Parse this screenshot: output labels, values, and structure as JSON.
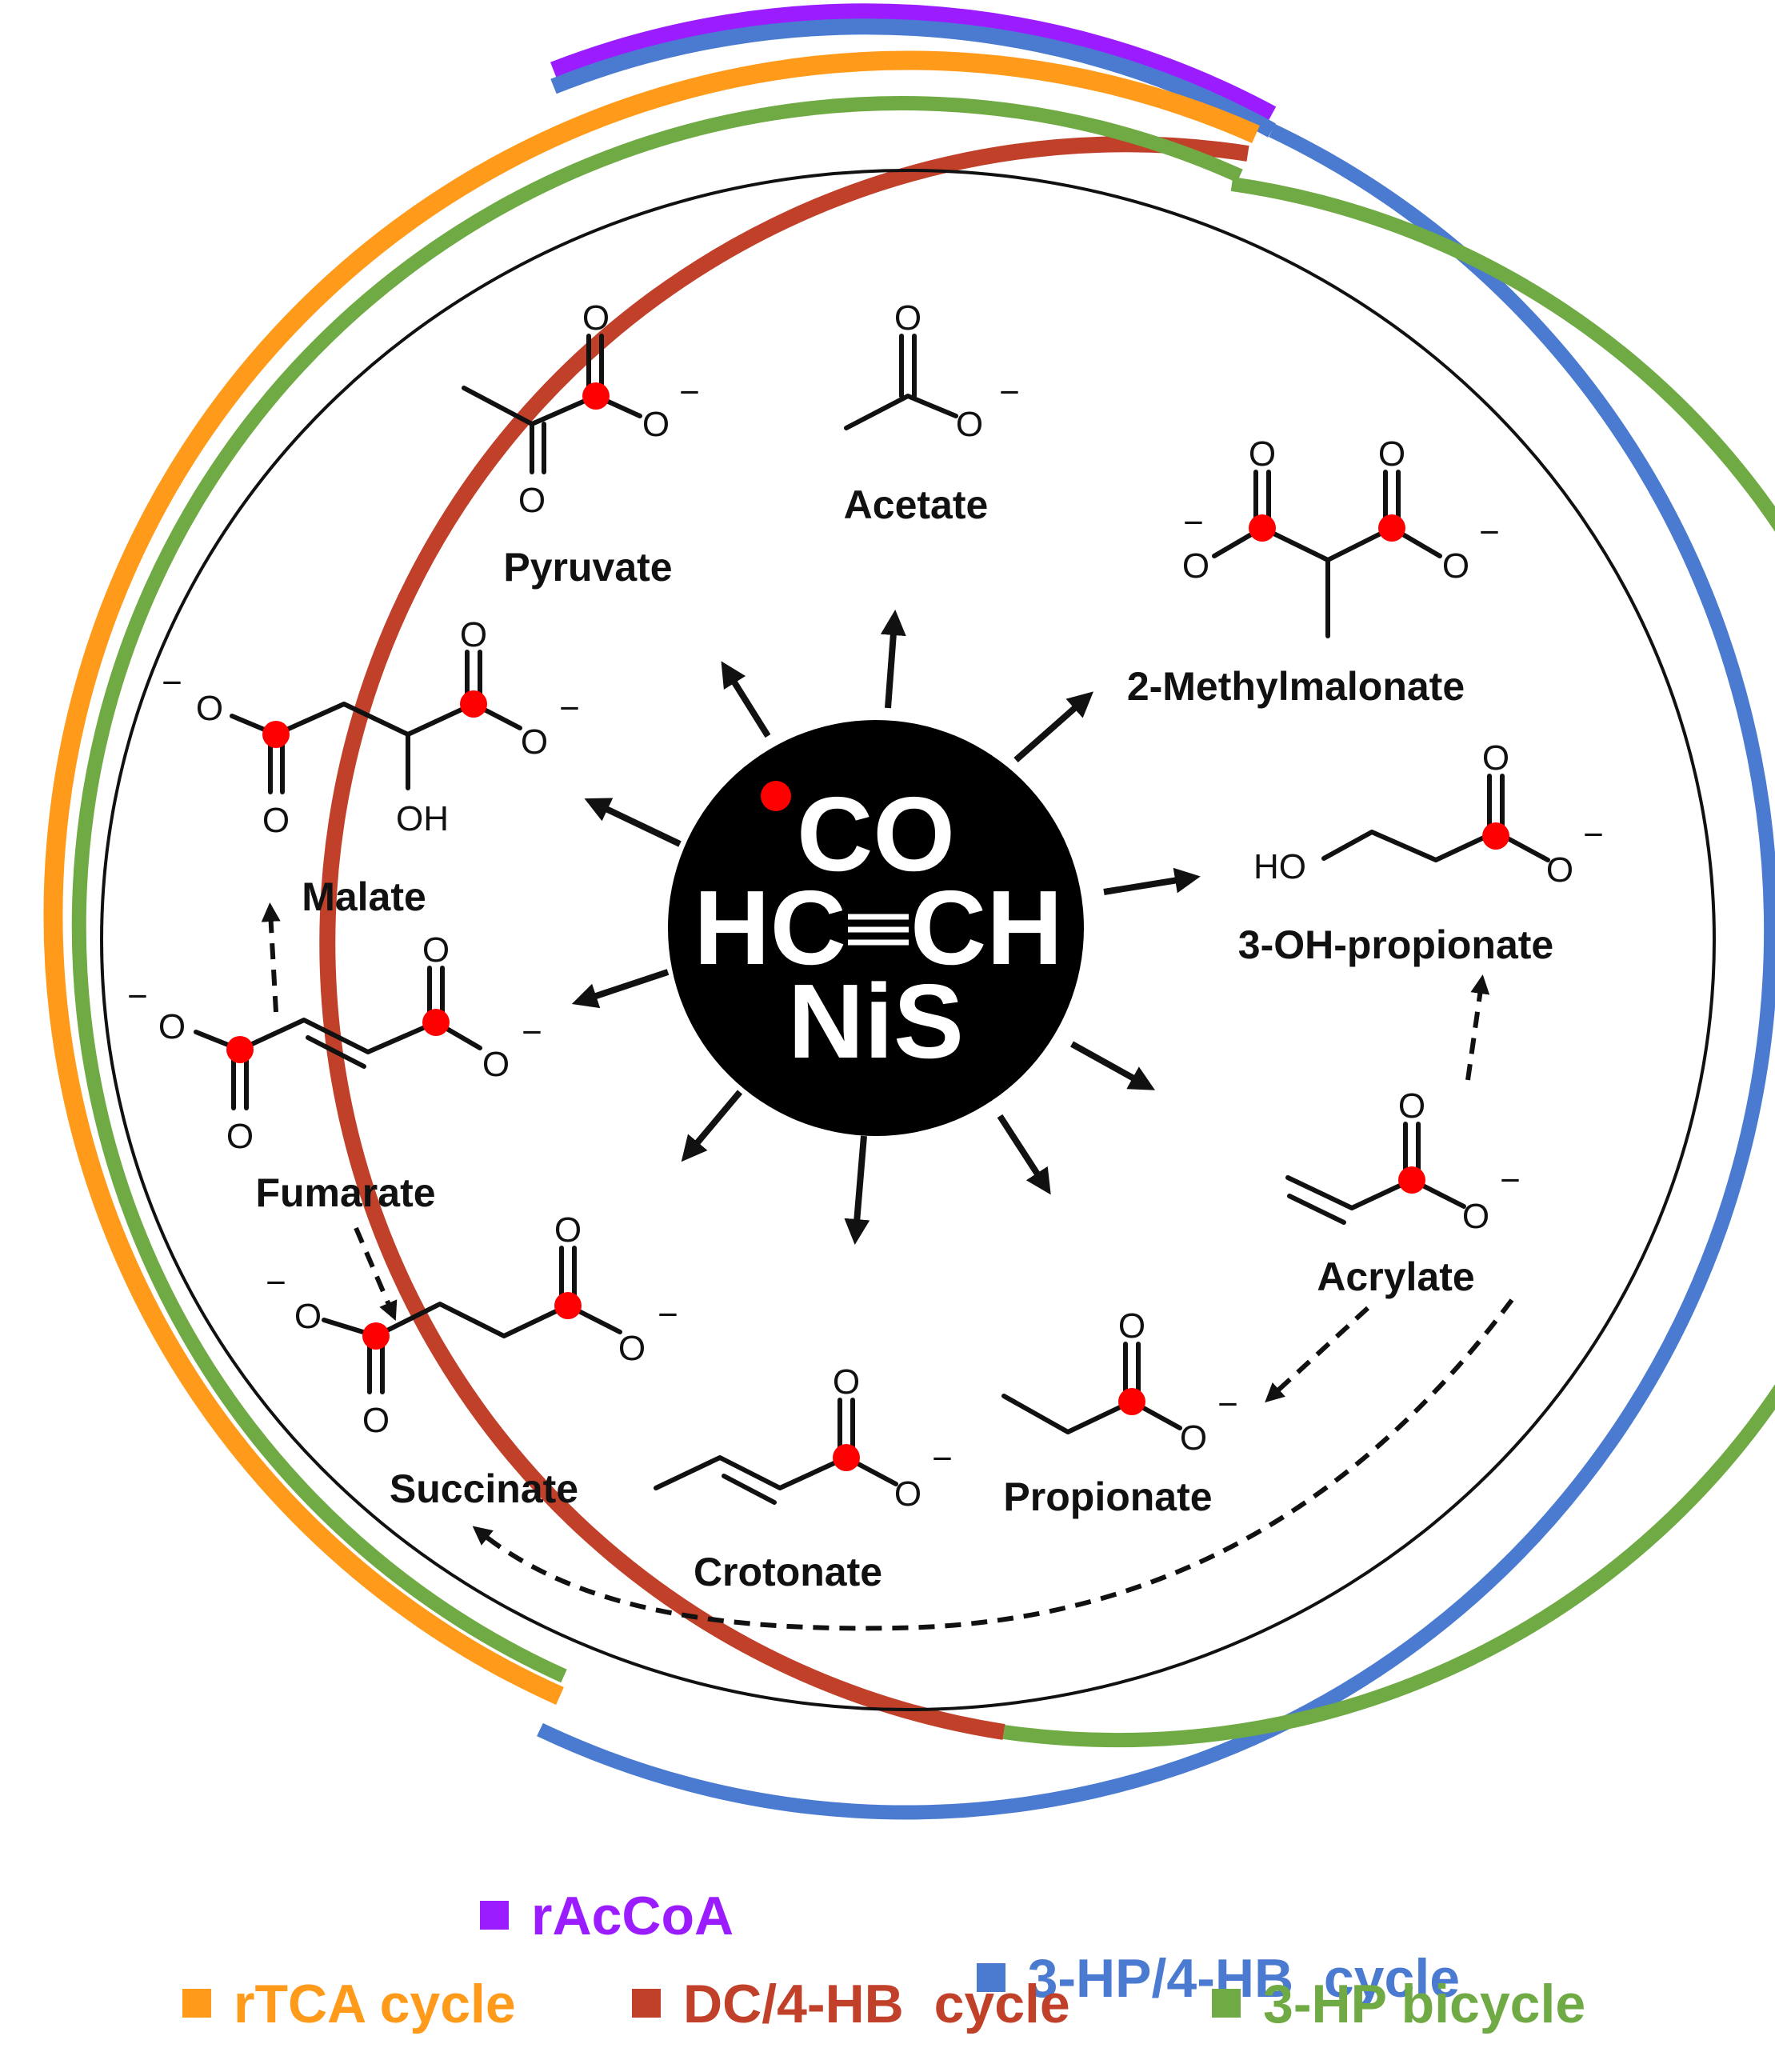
{
  "center": {
    "line1": "CO",
    "line2_left": "HC",
    "line2_right": "CH",
    "line3": "NiS"
  },
  "molecules": {
    "pyruvate": "Pyruvate",
    "acetate": "Acetate",
    "methylmalonate": "2-Methylmalonate",
    "malate": "Malate",
    "hydroxypropionate": "3-OH-propionate",
    "fumarate": "Fumarate",
    "acrylate": "Acrylate",
    "succinate": "Succinate",
    "crotonate": "Crotonate",
    "propionate": "Propionate"
  },
  "atoms": {
    "oxygen": "O",
    "oxyanion": "O",
    "charge": "−",
    "hydroxyl": "OH",
    "hydroxyl_left": "HO"
  },
  "legend": {
    "items": [
      {
        "label": "rAcCoA",
        "color": "#9B1DFF"
      },
      {
        "label": "3-HP/4-HB  cycle",
        "color": "#4A7BD0"
      },
      {
        "label": "rTCA cycle",
        "color": "#FF9A1A"
      },
      {
        "label": "DC/4-HB  cycle",
        "color": "#C0402A"
      },
      {
        "label": "3-HP bicycle",
        "color": "#6FAA44"
      }
    ]
  },
  "colors": {
    "radical_dot": "#FF0000",
    "core": "#000000"
  }
}
